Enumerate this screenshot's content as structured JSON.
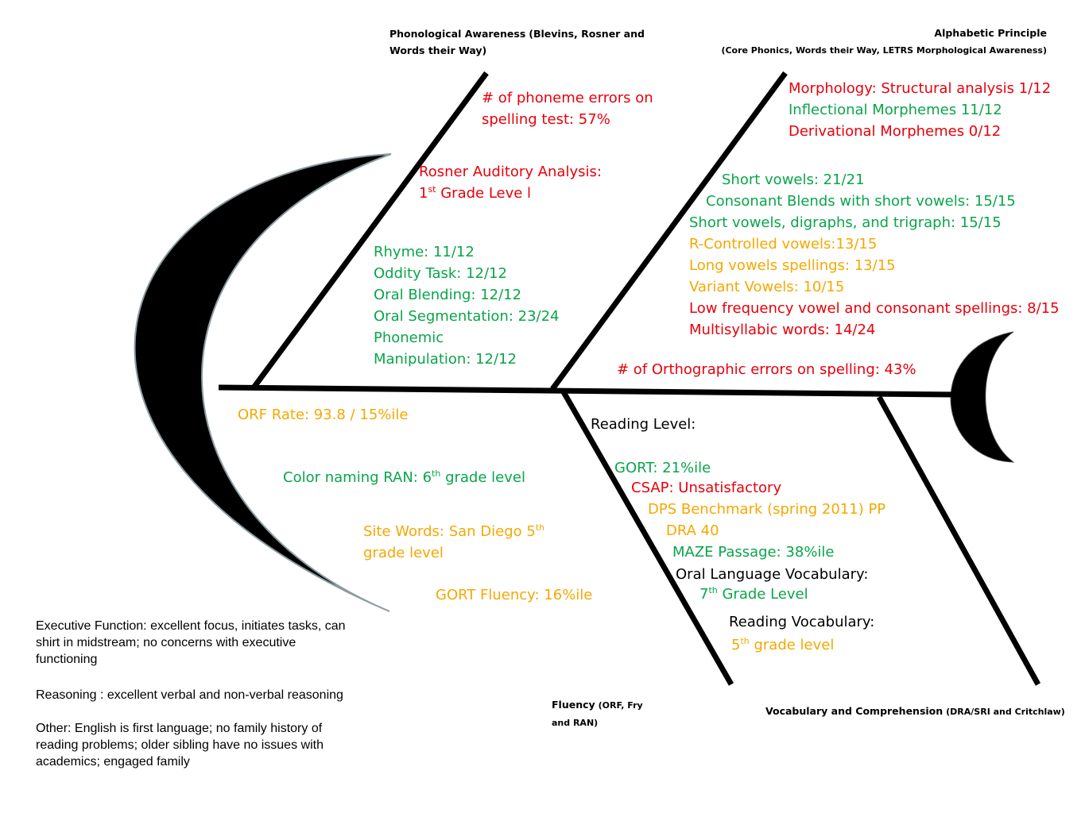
{
  "colors": {
    "red": "#e8000b",
    "green": "#0aa54a",
    "orange": "#f5a800",
    "black": "#000000"
  },
  "headers": {
    "phonological": {
      "title": "Phonological Awareness",
      "sources_line1": "(Blevins, Rosner and",
      "line2": "Words their Way)"
    },
    "alphabetic": {
      "title": "Alphabetic Principle",
      "sources": "(Core Phonics, Words their Way, LETRS Morphological Awareness)"
    },
    "fluency": {
      "title": "Fluency",
      "sources_line1": "(ORF, Fry",
      "line2": "and RAN)"
    },
    "vocabulary": {
      "title": "Vocabulary and Comprehension",
      "sources": "(DRA/SRI and Critchlaw)"
    }
  },
  "phonological": {
    "phoneme_errors": [
      "# of phoneme errors on",
      "spelling test: 57%"
    ],
    "rosner": {
      "line1": "Rosner Auditory Analysis:",
      "num": "1",
      "sup": "st",
      "rest": " Grade Leve l"
    },
    "scores": [
      "Rhyme: 11/12",
      "Oddity Task: 12/12",
      "Oral Blending: 12/12",
      "Oral Segmentation: 23/24",
      "Phonemic",
      "Manipulation:  12/12"
    ]
  },
  "alphabetic": {
    "morphology": [
      "Morphology:  Structural analysis 1/12",
      "Inflectional Morphemes 11/12",
      "Derivational Morphemes 0/12"
    ],
    "phonics": [
      "Short vowels: 21/21",
      "Consonant Blends with short vowels: 15/15",
      "Short vowels, digraphs, and trigraph: 15/15",
      "R-Controlled vowels:13/15",
      "Long vowels spellings:  13/15",
      "Variant Vowels: 10/15",
      "Low frequency vowel and consonant spellings: 8/15",
      "Multisyllabic words: 14/24"
    ],
    "orthographic": "# of Orthographic errors on spelling: 43%"
  },
  "fluency": {
    "orf": "ORF Rate: 93.8 / 15%ile",
    "ran": {
      "text": "Color naming RAN: 6",
      "sup": "th",
      "rest": " grade level"
    },
    "sight": {
      "text": "Site Words: San Diego 5",
      "sup": "th",
      "line2": "grade level"
    },
    "gort_fluency": "GORT Fluency: 16%ile"
  },
  "comprehension": {
    "reading_level": "Reading Level:",
    "gort": "GORT: 21%ile",
    "csap": "CSAP: Unsatisfactory",
    "dps": "DPS Benchmark (spring 2011) PP",
    "dra": "DRA 40",
    "maze": "MAZE Passage: 38%ile",
    "oral_vocab": "Oral Language Vocabulary:",
    "oral_vocab_level": {
      "num": "7",
      "sup": "th",
      "rest": " Grade Level"
    },
    "reading_vocab": "Reading Vocabulary:",
    "reading_vocab_level": {
      "num": "5",
      "sup": "th",
      "rest": " grade level"
    }
  },
  "notes": {
    "executive": [
      "Executive Function: excellent focus, initiates tasks, can",
      "shirt in midstream; no concerns with executive",
      "functioning"
    ],
    "reasoning": "Reasoning : excellent verbal and non-verbal reasoning",
    "other": [
      "Other: English is first language; no family history of",
      "reading problems; older sibling have no issues with",
      "academics; engaged family"
    ]
  }
}
